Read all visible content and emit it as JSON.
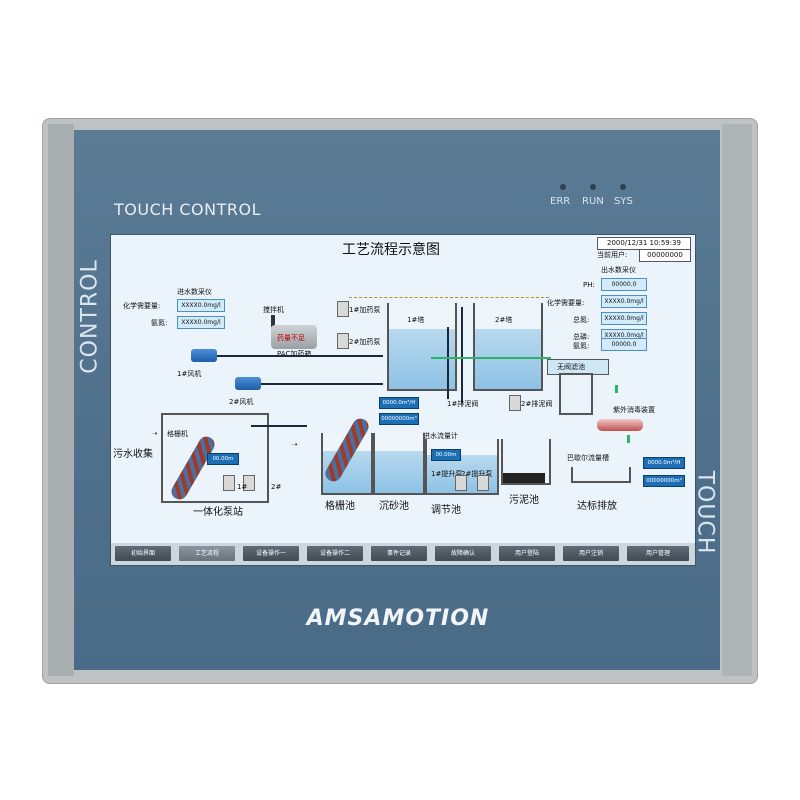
{
  "device": {
    "brand_top": "TOUCH CONTROL",
    "side_left": "CONTROL",
    "side_right": "TOUCH",
    "logo": "AMSAMOTION",
    "leds": [
      "ERR",
      "RUN",
      "SYS"
    ]
  },
  "screen": {
    "title": "工艺流程示意图",
    "datetime": "2000/12/31 10:59:39",
    "user_label": "当前用户:",
    "user_value": "00000000",
    "inlet": {
      "title": "进水数采仪",
      "cod_label": "化学需要量:",
      "cod_value": "XXXX0.0mg/l",
      "nh_label": "氨氮:",
      "nh_value": "XXXX0.0mg/l"
    },
    "outlet": {
      "title": "出水数采仪",
      "rows": [
        {
          "label": "PH:",
          "value": "00000.0"
        },
        {
          "label": "化学需要量:",
          "value": "XXXX0.0mg/l"
        },
        {
          "label": "总氮:",
          "value": "XXXX0.0mg/l"
        },
        {
          "label": "总磷:",
          "value": "XXXX0.0mg/l"
        },
        {
          "label": "氨氮:",
          "value": "00000.0"
        }
      ]
    },
    "equipment": {
      "mixer": "搅拌机",
      "pac_box": "药量不足",
      "pac_tank": "PAC加药箱",
      "dosing_pump1": "1#加药泵",
      "dosing_pump2": "2#加药泵",
      "fan1": "1#风机",
      "fan2": "2#风机",
      "tower1": "1#塔",
      "tower2": "2#塔",
      "valveless_filter": "无阀滤池",
      "uv": "紫外消毒装置",
      "parshall": "巴歇尔流量槽",
      "discharge": "达标排放",
      "sludge_valve1": "1#排泥阀",
      "sludge_valve2": "2#排泥阀",
      "inflow_meter": "进水流量计",
      "lift_pump1": "1#提升泵",
      "lift_pump2": "2#提升泵",
      "grille_machine": "格栅机",
      "sewage_collect": "污水收集",
      "pump_station": "一体化泵站",
      "grille_pool": "格栅池",
      "grit_pool": "沉砂池",
      "regulating_pool": "调节池",
      "sludge_pool": "污泥池",
      "pump_a": "1#",
      "pump_b": "2#"
    },
    "readouts": {
      "flow1": "0000.0m³/H",
      "flow1_total": "00000000m³",
      "level_station": "00.00m",
      "level_reg": "00.00m",
      "flow_out": "0000.0m³/H",
      "flow_out_total": "00000000m³"
    },
    "nav": [
      "初始界面",
      "工艺流程",
      "设备操作一",
      "设备操作二",
      "事件记录",
      "故障确认",
      "用户登陆",
      "用户注销",
      "用户管理"
    ]
  }
}
